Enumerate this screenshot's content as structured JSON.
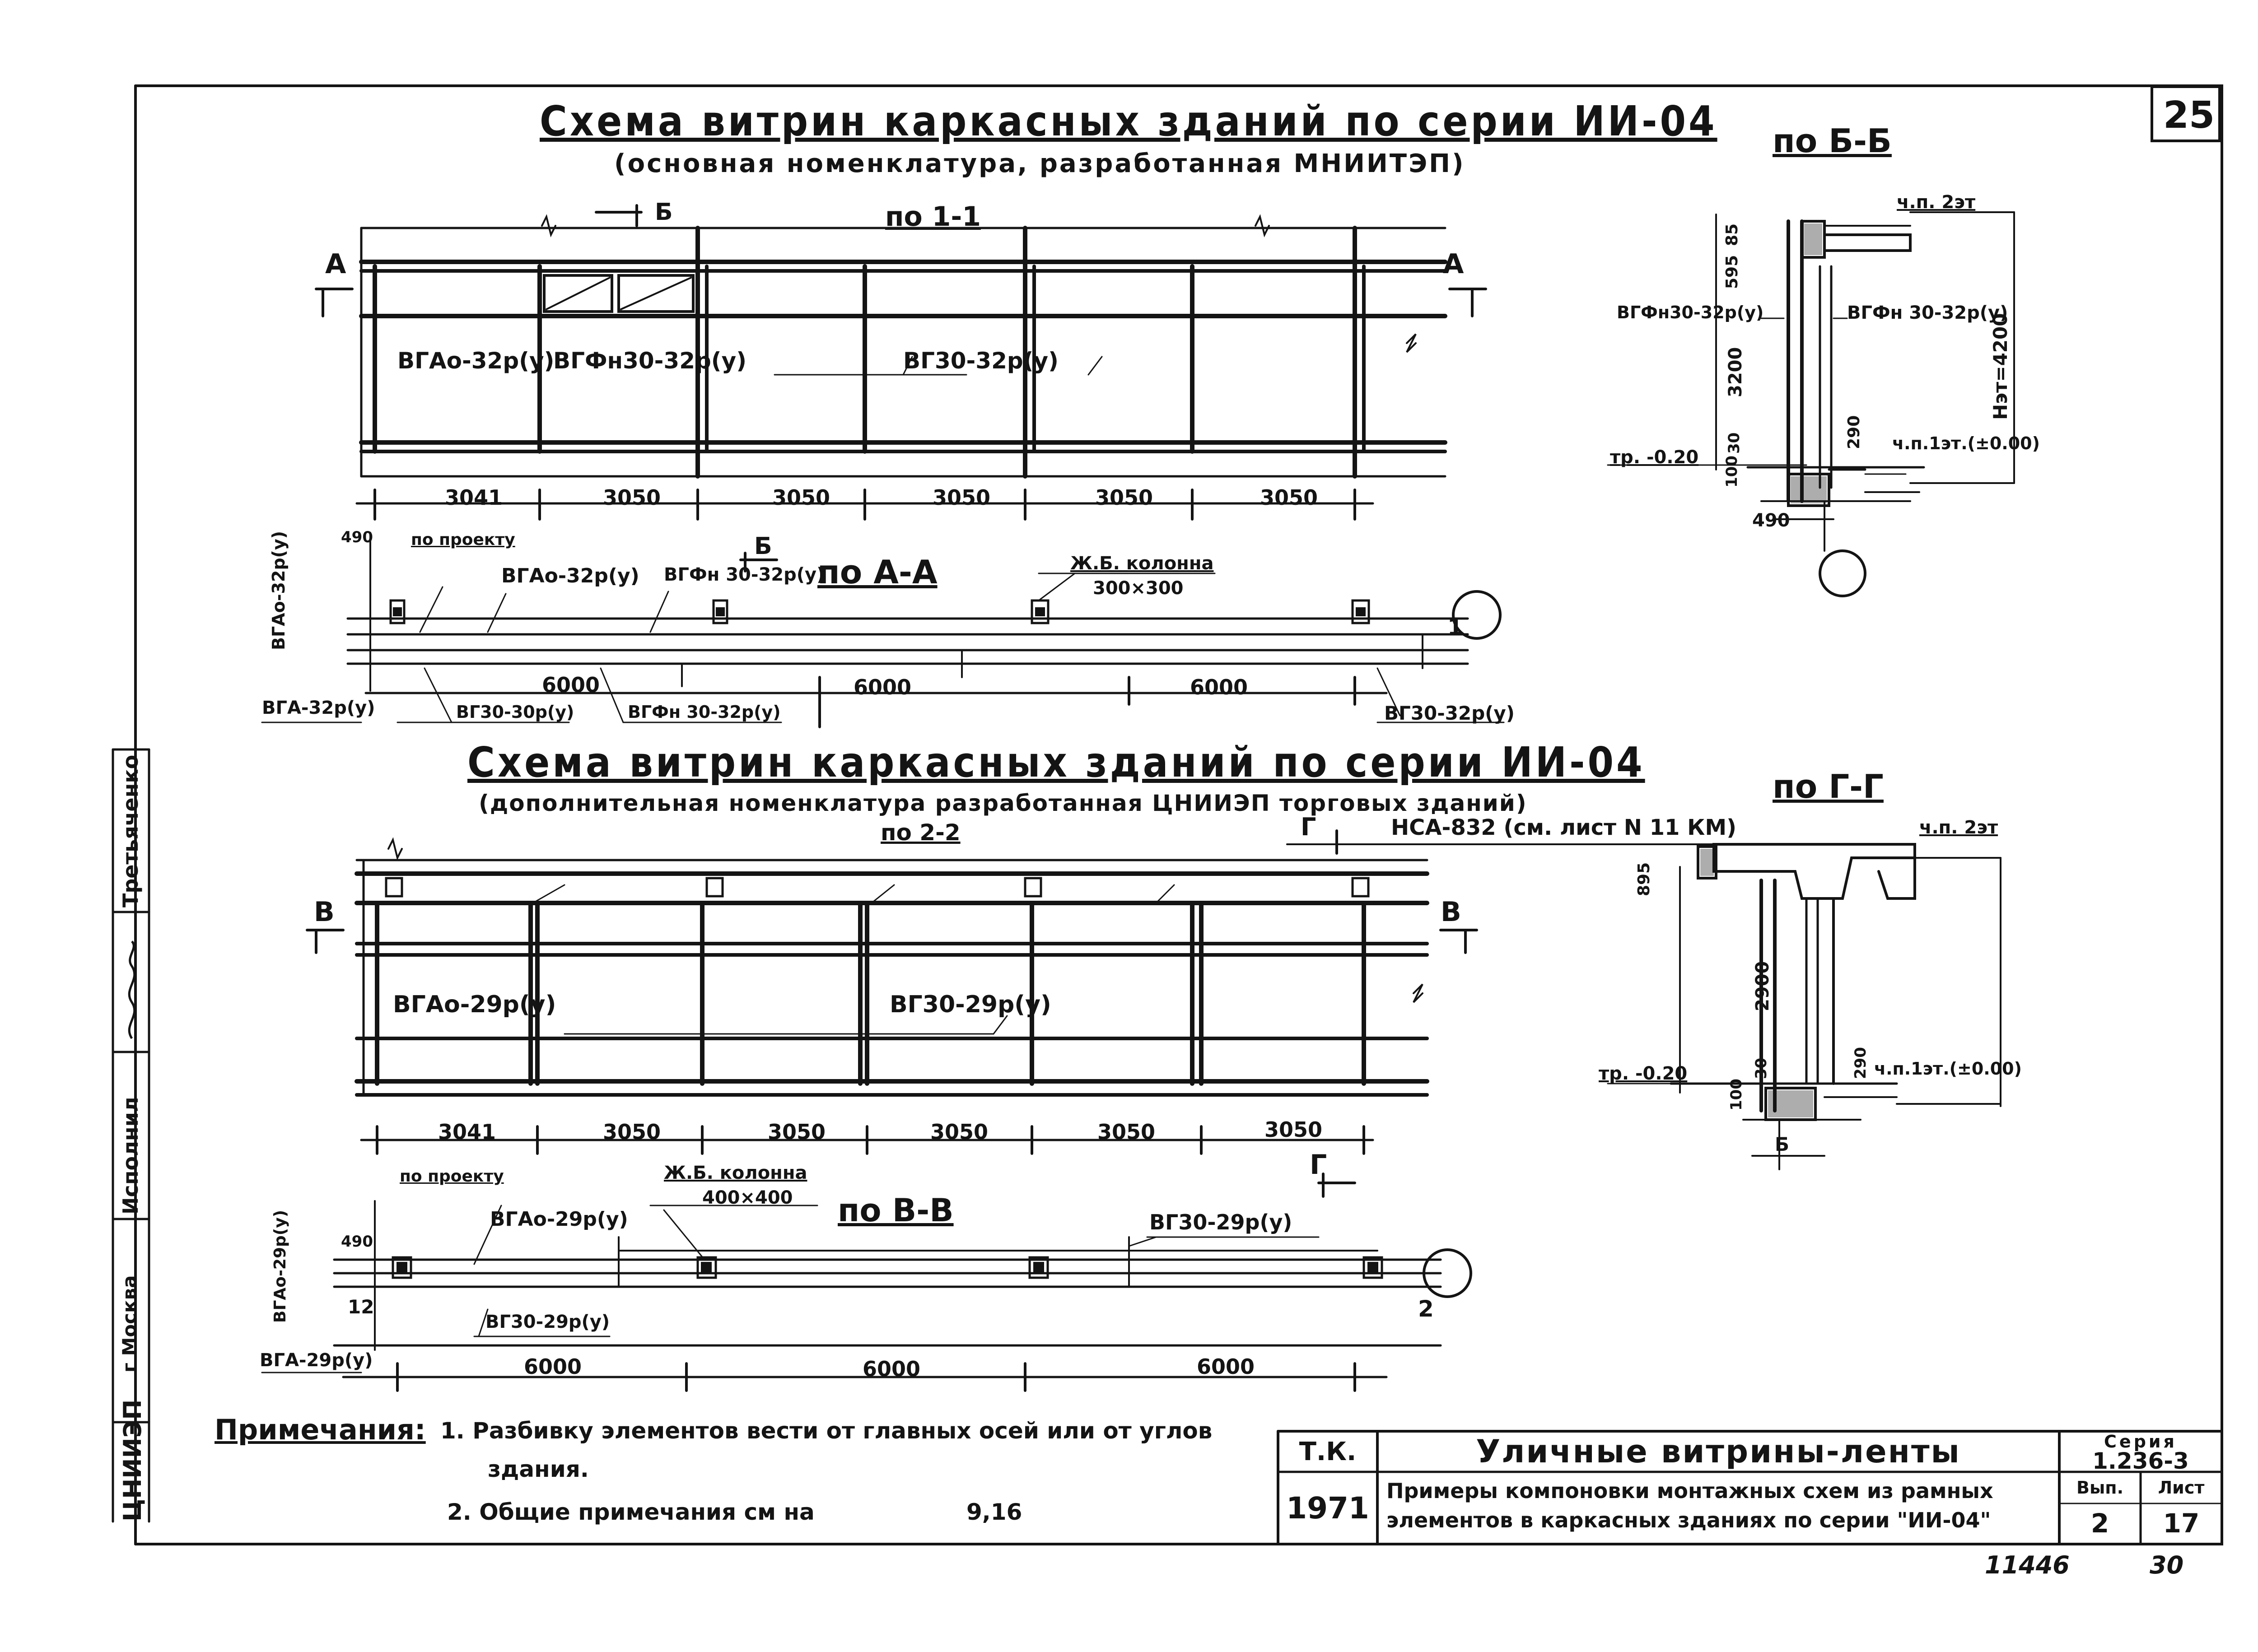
{
  "sheet": {
    "number": "25",
    "bottom_code": "11446",
    "bottom_page": "30"
  },
  "top_scheme": {
    "title": "Схема витрин каркасных зданий по серии ИИ-04",
    "subtitle": "(основная номенклатура, разработанная МНИИТЭП)",
    "section_cut": "по 1-1",
    "cut_marker": "Б",
    "side_marker_left": "А",
    "side_marker_right": "А",
    "panel_labels": [
      "ВГАо-32р(у)",
      "ВГФн30-32р(у)",
      "ВГ30-32р(у)"
    ],
    "dims": [
      "3041",
      "3050",
      "3050",
      "3050",
      "3050",
      "3050"
    ]
  },
  "plan_aa": {
    "title": "по А-А",
    "cut_marker": "Б",
    "column_note": "Ж.Б. колонна",
    "column_size": "300×300",
    "by_project": "по проекту",
    "dim_490": "490",
    "labels_top": [
      "ВГАо-32р(у)",
      "ВГФн 30-32р(у)"
    ],
    "labels_bottom": [
      "ВГ30-30р(у)",
      "ВГФн 30-32р(у)",
      "ВГ30-32р(у)"
    ],
    "left_vertical": "ВГАо-32р(у)",
    "left_bottom": "ВГА-32р(у)",
    "dims": [
      "6000",
      "6000",
      "6000"
    ],
    "axis_num": "1"
  },
  "bottom_scheme": {
    "title": "Схема витрин каркасных зданий по серии ИИ-04",
    "subtitle": "(дополнительная номенклатура разработанная ЦНИИЭП торговых зданий)",
    "section_cut": "по 2-2",
    "cut_marker": "Г",
    "side_marker_left": "В",
    "side_marker_right": "В",
    "beam_note": "НСА-832 (см. лист N 11 КМ)",
    "panel_labels": [
      "ВГАо-29р(у)",
      "ВГ30-29р(у)"
    ],
    "dims": [
      "3041",
      "3050",
      "3050",
      "3050",
      "3050",
      "3050"
    ]
  },
  "plan_vv": {
    "title": "по В-В",
    "column_note": "Ж.Б. колонна",
    "column_size": "400×400",
    "by_project": "по проекту",
    "dim_490": "490",
    "labels_top": [
      "ВГАо-29р(у)",
      "ВГ30-29р(у)"
    ],
    "labels_bottom": [
      "ВГ30-29р(у)"
    ],
    "left_vertical": "ВГАо-29р(у)",
    "left_bottom": "ВГА-29р(у)",
    "dims": [
      "6000",
      "6000",
      "6000"
    ],
    "axis_num": "2",
    "small_dim": "12"
  },
  "section_bb": {
    "title": "по Б-Б",
    "floor2": "ч.п. 2эт",
    "floor1": "ч.п.1эт.(±0.00)",
    "ground": "тр. -0.20",
    "label_left": "ВГФн30-32р(у)",
    "label_right": "ВГФн 30-32р(у)",
    "height_total": "Нэт=4200",
    "dims_v": [
      "85",
      "595",
      "3200",
      "290",
      "30",
      "100"
    ],
    "dim_b": "490"
  },
  "section_gg": {
    "title": "по Г-Г",
    "floor2": "ч.п. 2эт",
    "floor1": "ч.п.1эт.(±0.00)",
    "ground": "тр. -0.20",
    "dims_v": [
      "895",
      "2900",
      "290",
      "30",
      "100"
    ],
    "dim_b": "Б"
  },
  "notes": {
    "heading": "Примечания:",
    "items": [
      "1. Разбивку элементов вести от главных осей или от углов",
      "здания.",
      "2. Общие примечания см на",
      "9,16"
    ]
  },
  "stamp_left": {
    "city": "г Москва",
    "role1": "Исполнил",
    "name1": "Третьяченко",
    "org": "ЦНИИЭП"
  },
  "title_block": {
    "tk": "Т.К.",
    "year": "1971",
    "main_title": "Уличные витрины-ленты",
    "desc_line1": "Примеры компоновки монтажных схем из рамных",
    "desc_line2": "элементов в каркасных зданиях по серии \"ИИ-04\"",
    "series_label": "Серия",
    "series_value": "1.236-3",
    "vyp_label": "Вып.",
    "vyp_value": "2",
    "list_label": "Лист",
    "list_value": "17"
  }
}
